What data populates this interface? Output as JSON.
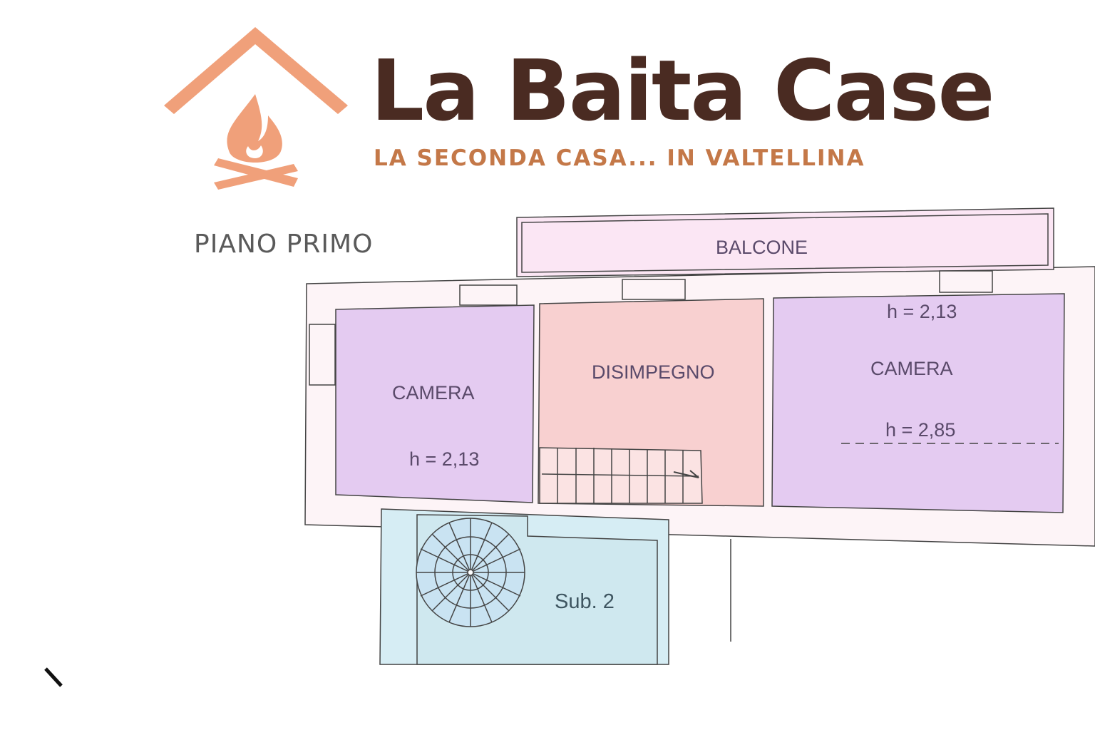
{
  "brand": {
    "name": "La Baita Case",
    "tagline": "LA SECONDA CASA... IN  VALTELLINA",
    "logo_icon": "house-fire-icon",
    "colors": {
      "logo": "#f0a07a",
      "name": "#4a2b22",
      "tagline": "#c47848"
    }
  },
  "floor_label": "PIANO PRIMO",
  "rooms": {
    "balcone": "BALCONE",
    "camera_left": "CAMERA",
    "camera_left_h": "h  =  2,13",
    "disimpegno": "DISIMPEGNO",
    "camera_right": "CAMERA",
    "camera_right_h1": "h  =  2,13",
    "camera_right_h2": "h  =  2,85",
    "sub2": "Sub. 2"
  },
  "colors": {
    "camera": "#e4cbf1",
    "disimpegno": "#f8d0d0",
    "balcone": "#fbe6f4",
    "sub2": "#d6edf4",
    "wall": "#fdf4f7"
  }
}
